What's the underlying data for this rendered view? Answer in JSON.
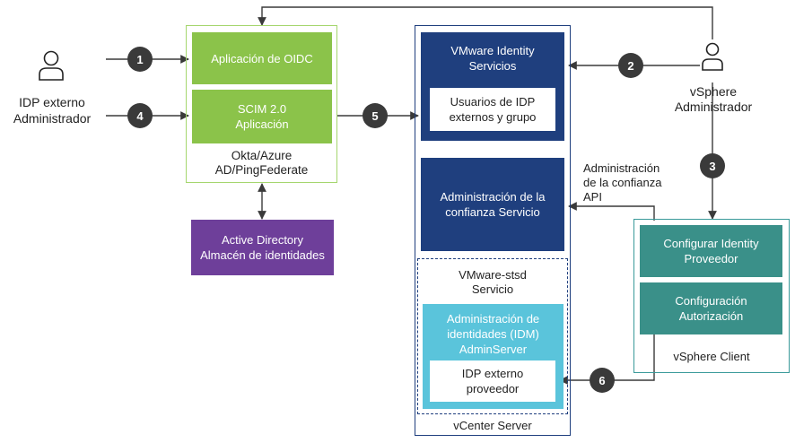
{
  "actors": {
    "external_admin": "IDP externo\nAdministrador",
    "vsphere_admin": "vSphere\nAdministrador"
  },
  "okta": {
    "oidc_app": "Aplicación de OIDC",
    "scim_app": "SCIM 2.0\nAplicación",
    "group_label": "Okta/Azure\nAD/PingFederate"
  },
  "active_directory": "Active Directory\nAlmacén de identidades",
  "vcenter": {
    "identity_services": "VMware Identity\nServicios",
    "users_box": "Usuarios de IDP\nexternos y grupo",
    "trust_service": "Administración de la\nconfianza Servicio",
    "stsd_label": "VMware-stsd\nServicio",
    "idm": "Administración de\nidentidades (IDM)\nAdminServer",
    "idp_provider": "IDP externo\nproveedor",
    "footer": "vCenter Server"
  },
  "trust_api_label": "Administración\nde la confianza\nAPI",
  "vsphere_client": {
    "config_identity": "Configurar Identity\nProveedor",
    "config_auth": "Configuración\nAutorización",
    "footer": "vSphere Client"
  },
  "steps": [
    "1",
    "2",
    "3",
    "4",
    "5",
    "6"
  ],
  "colors": {
    "green": "#8bc34a",
    "green_border": "#a5d66e",
    "purple": "#6e3f9a",
    "navy": "#1f3f7e",
    "cyan": "#5ac4db",
    "teal": "#3a9089",
    "teal_border": "#3a9a9a"
  }
}
